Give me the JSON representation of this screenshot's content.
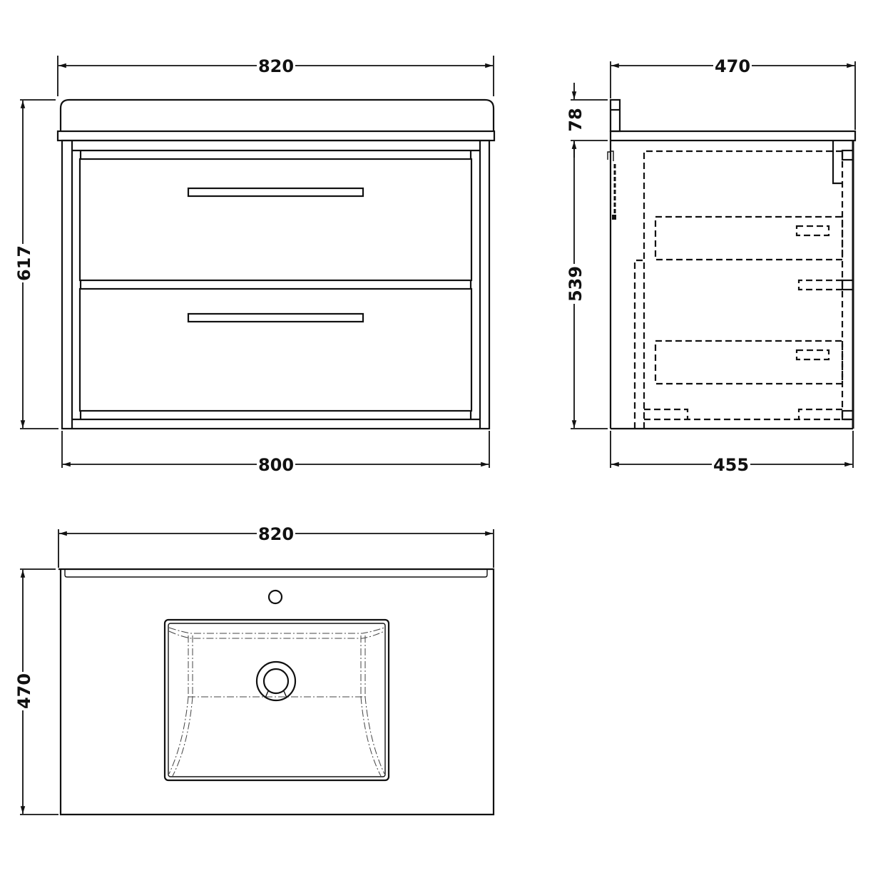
{
  "drawing": {
    "type": "technical dimension drawing",
    "subject": "wall-hung 2-drawer vanity unit with basin",
    "units": "mm",
    "line_color": "#111111",
    "background": "#ffffff"
  },
  "views": {
    "front": {
      "name": "front elevation",
      "drawers": 2,
      "dimensions": {
        "top_width": "820",
        "bottom_width": "800",
        "height": "617"
      }
    },
    "side": {
      "name": "side elevation",
      "dimensions": {
        "top_depth": "470",
        "bottom_depth": "455",
        "basin_height": "78",
        "cabinet_height": "539"
      }
    },
    "plan": {
      "name": "plan view (top)",
      "features": [
        "tap hole",
        "rectangular basin",
        "waste outlet"
      ],
      "dimensions": {
        "width": "820",
        "depth": "470"
      }
    }
  }
}
